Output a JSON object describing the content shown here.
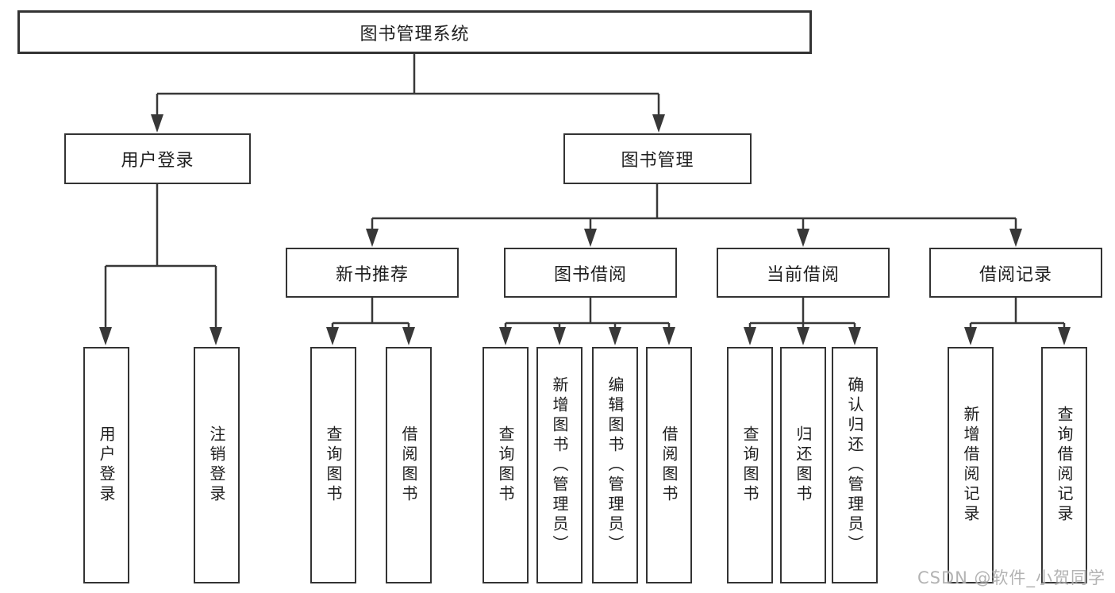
{
  "tree": {
    "label": "图书管理系统",
    "children": [
      {
        "label": "用户登录",
        "children": [
          {
            "label": "用户登录"
          },
          {
            "label": "注销登录"
          }
        ]
      },
      {
        "label": "图书管理",
        "children": [
          {
            "label": "新书推荐",
            "children": [
              {
                "label": "查询图书"
              },
              {
                "label": "借阅图书"
              }
            ]
          },
          {
            "label": "图书借阅",
            "children": [
              {
                "label": "查询图书"
              },
              {
                "label": "新增图书（管理员）"
              },
              {
                "label": "编辑图书（管理员）"
              },
              {
                "label": "借阅图书"
              }
            ]
          },
          {
            "label": "当前借阅",
            "children": [
              {
                "label": "查询图书"
              },
              {
                "label": "归还图书"
              },
              {
                "label": "确认归还（管理员）"
              }
            ]
          },
          {
            "label": "借阅记录",
            "children": [
              {
                "label": "新增借阅记录"
              },
              {
                "label": "查询借阅记录"
              }
            ]
          }
        ]
      }
    ]
  },
  "watermark": {
    "text": "CSDN @软件_小贺同学"
  },
  "colors": {
    "line": "#383838",
    "box_border": "#333333",
    "text": "#1f1f1f",
    "background": "#ffffff",
    "watermark_gray": "#a0a0a0"
  }
}
